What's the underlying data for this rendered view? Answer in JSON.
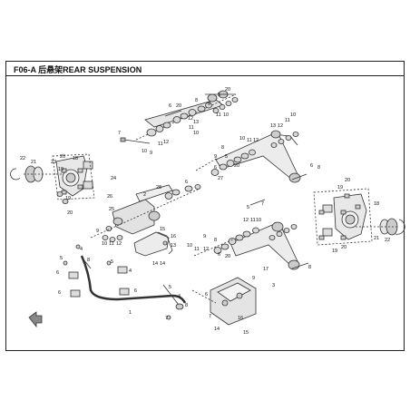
{
  "diagram": {
    "title": "F06-A 后悬架REAR SUSPENSION",
    "callouts": {
      "c1": "1",
      "c2": "2",
      "c3": "3",
      "c4": "4",
      "c5": "5",
      "c6": "6",
      "c7": "7",
      "c8": "8",
      "c9": "9",
      "c10": "10",
      "c11": "11",
      "c12": "12",
      "c13": "13",
      "c14": "14",
      "c15": "15",
      "c16": "16",
      "c17": "17",
      "c18": "18",
      "c19": "19",
      "c20": "20",
      "c21": "21",
      "c22": "22",
      "c23": "23",
      "c24": "24",
      "c25": "25",
      "c26": "26",
      "c27": "27",
      "c28": "28"
    }
  }
}
